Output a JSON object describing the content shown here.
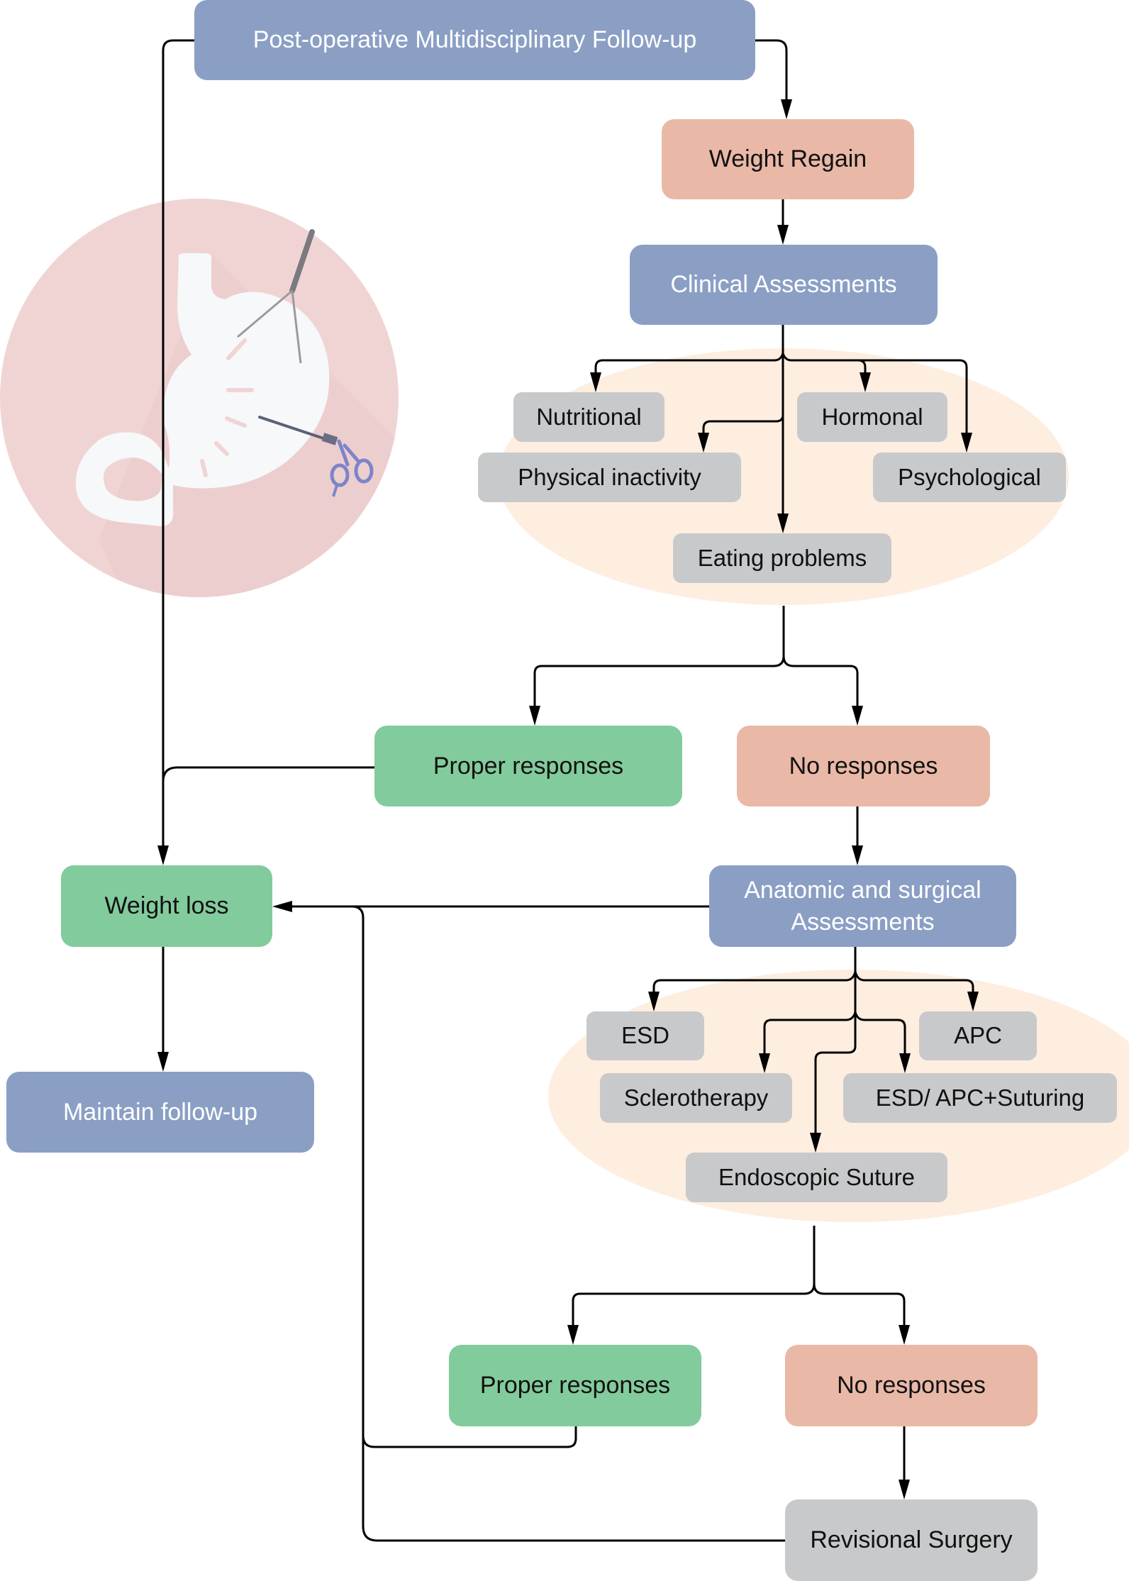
{
  "diagram": {
    "type": "flowchart",
    "colors": {
      "process_blue": "#8b9fc5",
      "alert_salmon": "#e9b8a7",
      "success_green": "#82cb9c",
      "option_grey": "#c8c9cb",
      "group_ellipse": "#fdeee0",
      "illustration_circle": "#f0d4d4",
      "connector": "#000000"
    },
    "illustration": {
      "name": "stomach-with-surgical-instruments",
      "elements": [
        "stomach",
        "laparoscopic-grasper",
        "laparoscopic-scissors"
      ]
    },
    "nodes": {
      "followup": "Post-operative Multidisciplinary Follow-up",
      "weight_regain": "Weight Regain",
      "clinical": "Clinical Assessments",
      "nutritional": "Nutritional",
      "hormonal": "Hormonal",
      "physical": "Physical inactivity",
      "psychological": "Psychological",
      "eating": "Eating problems",
      "proper1": "Proper responses",
      "noresp1": "No responses",
      "weight_loss": "Weight loss",
      "anatomic_line1": "Anatomic and surgical",
      "anatomic_line2": "Assessments",
      "maintain": "Maintain follow-up",
      "esd": "ESD",
      "apc": "APC",
      "sclero": "Sclerotherapy",
      "esd_apc": "ESD/ APC+Suturing",
      "endo_suture": "Endoscopic Suture",
      "proper2": "Proper responses",
      "noresp2": "No responses",
      "revisional": "Revisional Surgery"
    },
    "edges": [
      [
        "followup",
        "weight_regain"
      ],
      [
        "followup",
        "weight_loss"
      ],
      [
        "weight_regain",
        "clinical"
      ],
      [
        "clinical",
        "nutritional"
      ],
      [
        "clinical",
        "hormonal"
      ],
      [
        "clinical",
        "physical"
      ],
      [
        "clinical",
        "psychological"
      ],
      [
        "clinical",
        "eating"
      ],
      [
        "clinical_group",
        "proper1"
      ],
      [
        "clinical_group",
        "noresp1"
      ],
      [
        "proper1",
        "weight_loss"
      ],
      [
        "noresp1",
        "anatomic"
      ],
      [
        "anatomic",
        "weight_loss"
      ],
      [
        "weight_loss",
        "maintain"
      ],
      [
        "anatomic",
        "esd"
      ],
      [
        "anatomic",
        "apc"
      ],
      [
        "anatomic",
        "sclero"
      ],
      [
        "anatomic",
        "esd_apc"
      ],
      [
        "anatomic",
        "endo_suture"
      ],
      [
        "endoscopic_group",
        "proper2"
      ],
      [
        "endoscopic_group",
        "noresp2"
      ],
      [
        "proper2",
        "weight_loss"
      ],
      [
        "noresp2",
        "revisional"
      ],
      [
        "revisional",
        "weight_loss"
      ]
    ]
  }
}
